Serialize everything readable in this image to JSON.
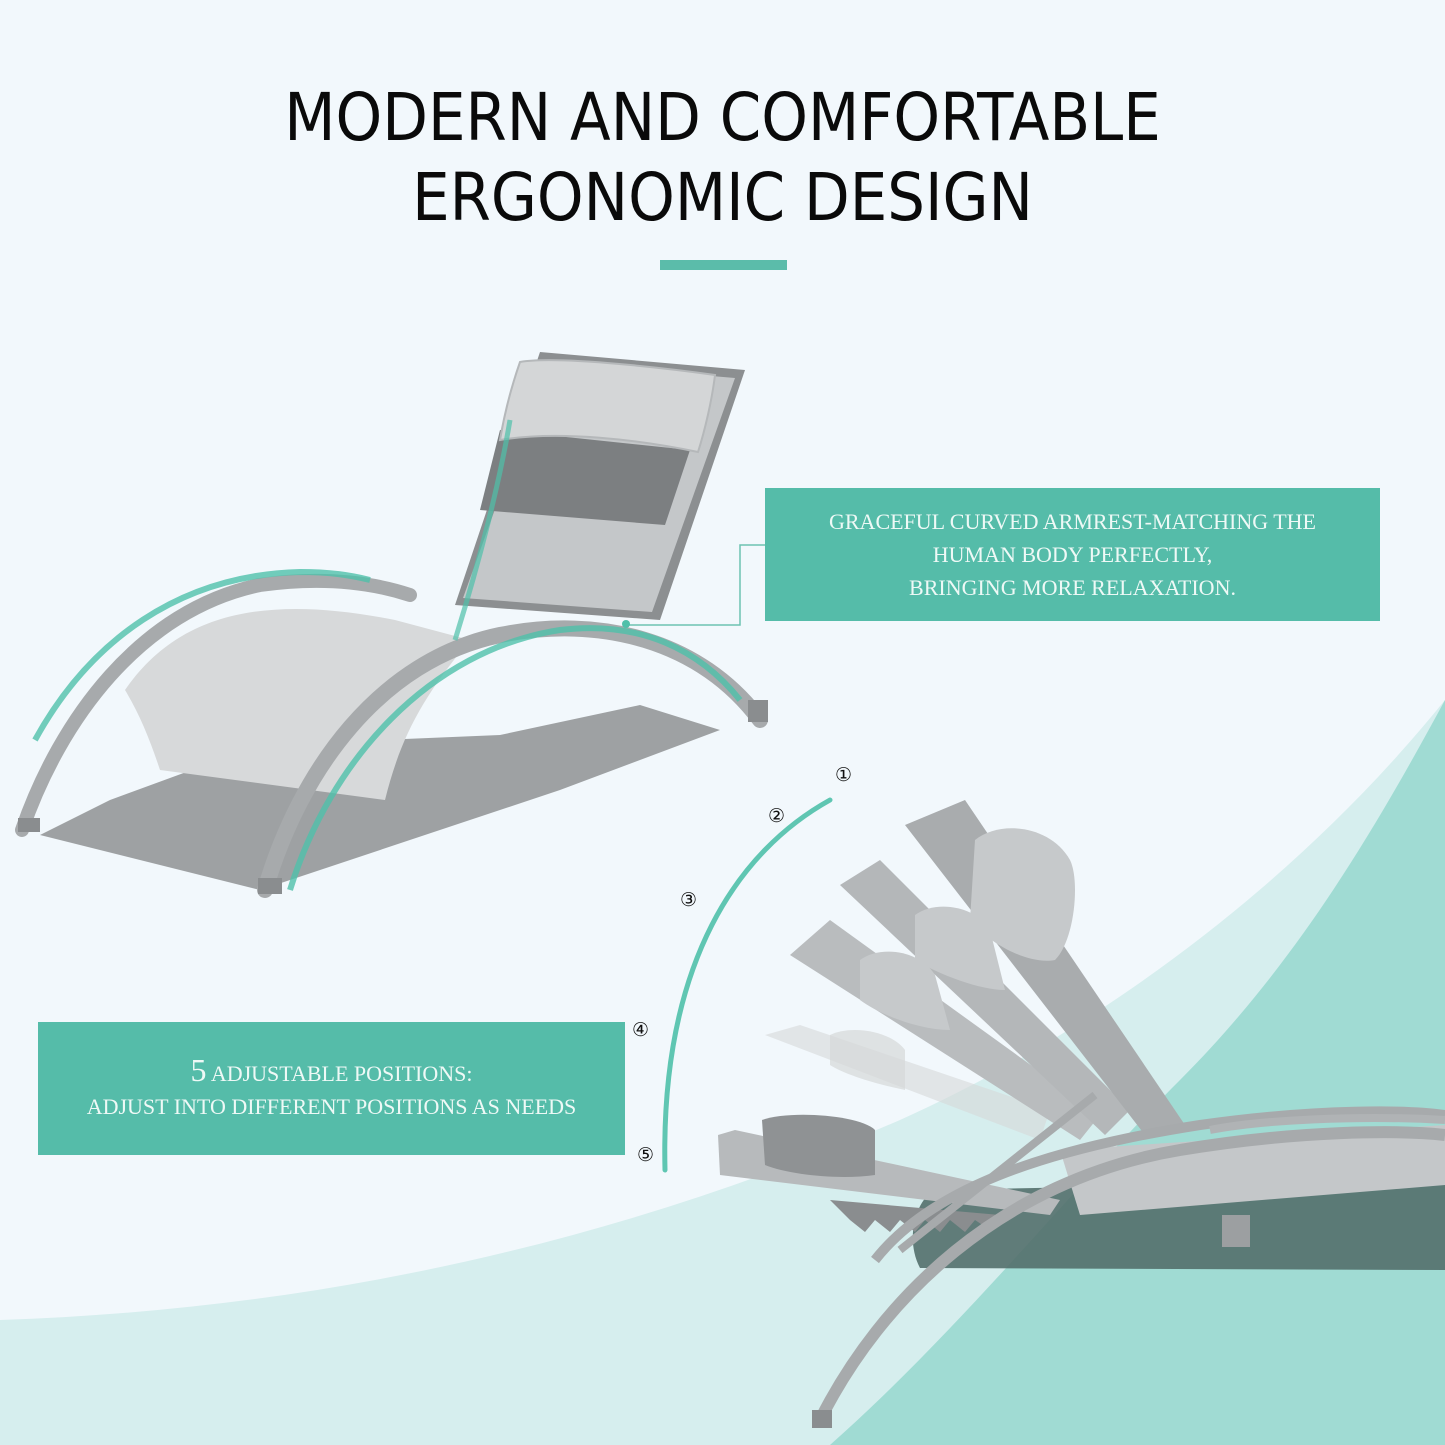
{
  "header": {
    "title_line1": "MODERN AND COMFORTABLE",
    "title_line2": "ERGONOMIC DESIGN"
  },
  "callouts": {
    "armrest": {
      "line1": "GRACEFUL CURVED ARMREST-MATCHING THE",
      "line2": "HUMAN BODY PERFECTLY,",
      "line3": "BRINGING MORE RELAXATION."
    },
    "positions": {
      "number": "5",
      "line1_rest": " ADJUSTABLE POSITIONS:",
      "line2": "ADJUST INTO DIFFERENT POSITIONS AS NEEDS"
    }
  },
  "position_markers": [
    "①",
    "②",
    "③",
    "④",
    "⑤"
  ],
  "colors": {
    "background": "#f2f8fc",
    "accent_teal": "#55bca9",
    "light_teal": "#d6eeee",
    "mid_teal": "#a0dbd3",
    "shadow": "#536f6c",
    "frame_gray": "#a9acad",
    "fabric_gray": "#c9cbcc"
  }
}
